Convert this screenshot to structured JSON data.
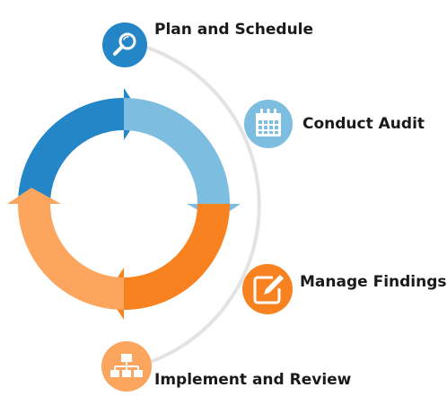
{
  "steps": [
    {
      "label": "Plan and Schedule",
      "icon": "magnifier-icon",
      "color": "#2486c6"
    },
    {
      "label": "Conduct Audit",
      "icon": "calendar-icon",
      "color": "#7dbde0"
    },
    {
      "label": "Manage Findings",
      "icon": "edit-icon",
      "color": "#f7821f"
    },
    {
      "label": "Implement and Review",
      "icon": "org-chart-icon",
      "color": "#fba55f"
    }
  ],
  "cycle_colors": [
    "#2486c6",
    "#7dbde0",
    "#f7821f",
    "#fba55f"
  ],
  "track_color": "#e3e3e3"
}
